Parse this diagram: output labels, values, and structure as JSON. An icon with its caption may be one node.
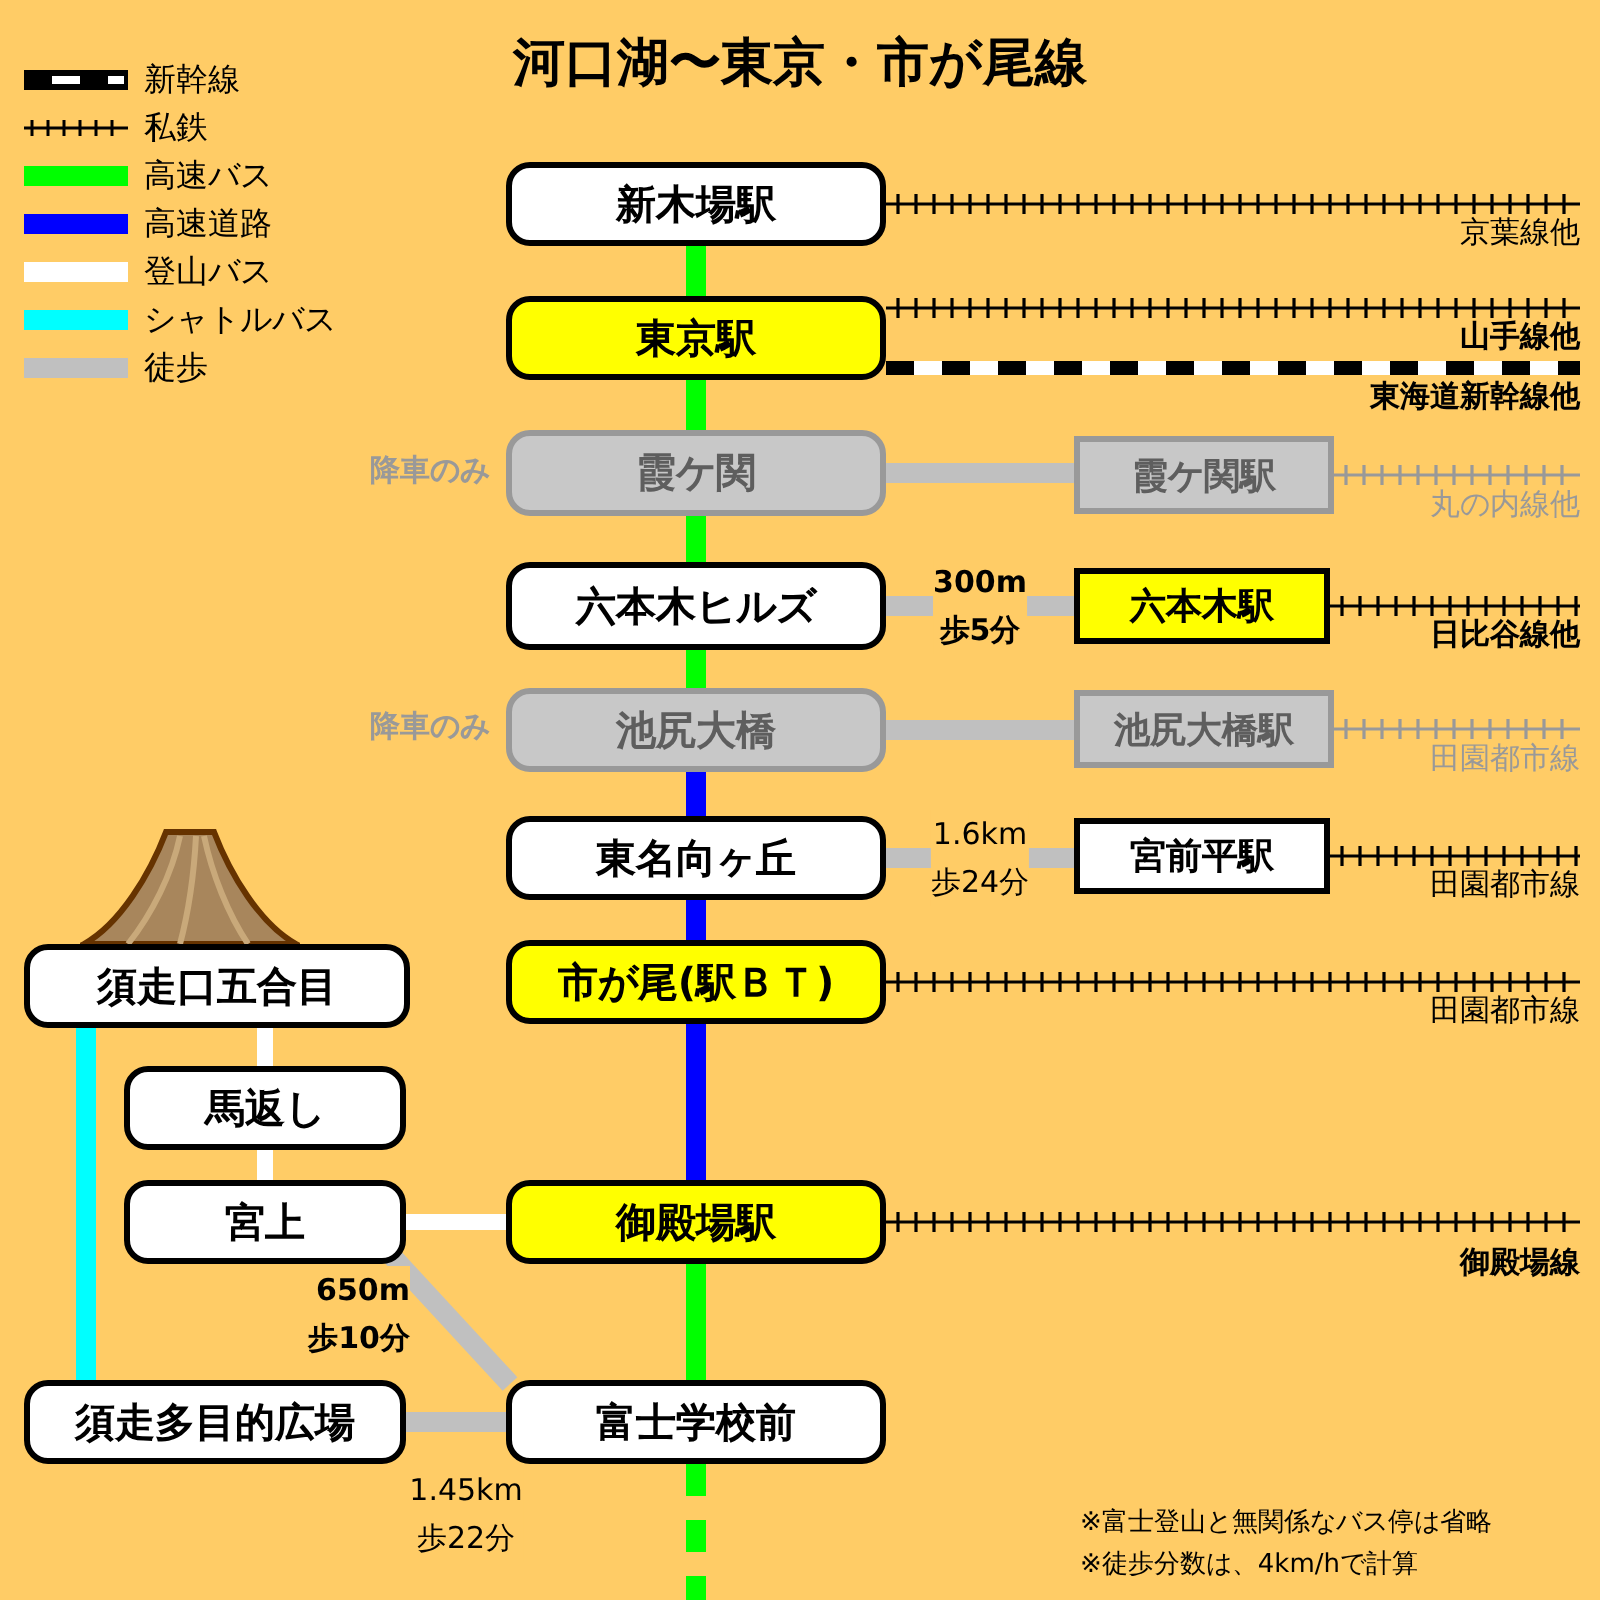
{
  "diagram": {
    "title": "河口湖〜東京・市が尾線",
    "nodes": [
      {
        "text": [
          "新木場駅"
        ]
      },
      {
        "text": [
          "東京駅"
        ]
      },
      {
        "text": [
          "霞ケ関"
        ],
        "beside": [
          "降車のみ"
        ]
      },
      {
        "text": [
          "霞ケ関駅"
        ]
      },
      {
        "text": [
          "六本木ヒルズ"
        ]
      },
      {
        "text": [
          "六本木駅"
        ]
      },
      {
        "text": [
          "池尻大橋"
        ],
        "beside": [
          "降車のみ"
        ]
      },
      {
        "text": [
          "池尻大橋駅"
        ]
      },
      {
        "text": [
          "東名向ヶ丘"
        ]
      },
      {
        "text": [
          "宮前平駅"
        ]
      },
      {
        "text": [
          "市が尾(駅ＢＴ)"
        ]
      },
      {
        "text": [
          "御殿場駅"
        ]
      },
      {
        "text": [
          "富士学校前"
        ]
      },
      {
        "text": [
          "須走口五合目"
        ]
      },
      {
        "text": [
          "馬返し"
        ]
      },
      {
        "text": [
          "宮上"
        ]
      },
      {
        "text": [
          "須走多目的広場"
        ]
      }
    ],
    "edges": [
      {
        "from": 0,
        "to": 1,
        "arrow": "none",
        "color": "#00ff00"
      },
      {
        "from": 1,
        "to": 2,
        "arrow": "none",
        "color": "#00ff00"
      },
      {
        "from": 2,
        "to": 4,
        "arrow": "none",
        "color": "#00ff00"
      },
      {
        "from": 4,
        "to": 6,
        "arrow": "none",
        "color": "#00ff00"
      },
      {
        "from": 6,
        "to": 8,
        "arrow": "none",
        "color": "#0000ff"
      },
      {
        "from": 8,
        "to": 10,
        "arrow": "none",
        "color": "#0000ff"
      },
      {
        "from": 10,
        "to": 11,
        "arrow": "none",
        "color": "#0000ff"
      },
      {
        "from": 11,
        "to": 12,
        "arrow": "none",
        "color": "#00ff00"
      },
      {
        "from": 12,
        "to": null,
        "arrow": "none",
        "style": "dashed",
        "color": "#00ff00"
      },
      {
        "from": 2,
        "to": 3,
        "arrow": "none",
        "color": "#c0c0c0"
      },
      {
        "from": 4,
        "to": 5,
        "arrow": "none",
        "color": "#c0c0c0",
        "label": "300m 歩5分"
      },
      {
        "from": 6,
        "to": 7,
        "arrow": "none",
        "color": "#c0c0c0"
      },
      {
        "from": 8,
        "to": 9,
        "arrow": "none",
        "color": "#c0c0c0",
        "label": "1.6km 歩24分"
      },
      {
        "from": 15,
        "to": 12,
        "arrow": "none",
        "color": "#c0c0c0",
        "label": "650m 歩10分"
      },
      {
        "from": 16,
        "to": 12,
        "arrow": "none",
        "color": "#c0c0c0",
        "label": "1.45km 歩22分"
      },
      {
        "from": 13,
        "to": 14,
        "arrow": "none",
        "color": "#ffffff"
      },
      {
        "from": 14,
        "to": 15,
        "arrow": "none",
        "color": "#ffffff"
      },
      {
        "from": 15,
        "to": 11,
        "arrow": "none",
        "color": "#ffffff"
      },
      {
        "from": 13,
        "to": 16,
        "arrow": "none",
        "color": "#00ffff"
      },
      {
        "from": 0,
        "to": null,
        "arrow": "none",
        "label": "京葉線他"
      },
      {
        "from": 1,
        "to": null,
        "arrow": "none",
        "label": "山手線他"
      },
      {
        "from": 1,
        "to": null,
        "arrow": "none",
        "style": "dashed",
        "label": "東海道新幹線他"
      },
      {
        "from": 3,
        "to": null,
        "arrow": "none",
        "color": "#999999",
        "label": "丸の内線他"
      },
      {
        "from": 5,
        "to": null,
        "arrow": "none",
        "label": "日比谷線他"
      },
      {
        "from": 7,
        "to": null,
        "arrow": "none",
        "color": "#999999",
        "label": "田園都市線"
      },
      {
        "from": 9,
        "to": null,
        "arrow": "none",
        "label": "田園都市線"
      },
      {
        "from": 10,
        "to": null,
        "arrow": "none",
        "label": "田園都市線"
      },
      {
        "from": 11,
        "to": null,
        "arrow": "none",
        "label": "御殿場線"
      }
    ],
    "labels": [
      "※富士登山と無関係なバス停は省略",
      "※徒歩分数は、4km/hで計算"
    ],
    "legend": [
      {
        "text": "新幹線"
      },
      {
        "text": "私鉄"
      },
      {
        "text": "高速バス",
        "color": "#00ff00"
      },
      {
        "text": "高速道路",
        "color": "#0000ff"
      },
      {
        "text": "登山バス",
        "color": "#ffffff"
      },
      {
        "text": "シャトルバス",
        "color": "#00ffff"
      },
      {
        "text": "徒歩",
        "color": "#c0c0c0"
      }
    ]
  }
}
